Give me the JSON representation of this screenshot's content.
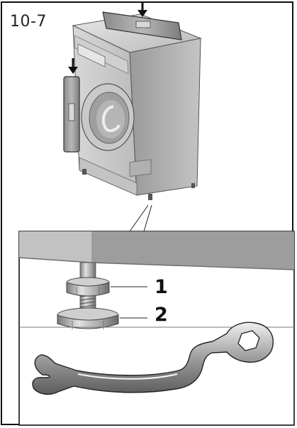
{
  "figure": {
    "label": "10-7",
    "callouts": {
      "lock_nut": "1",
      "adjusting_foot": "2"
    }
  }
}
